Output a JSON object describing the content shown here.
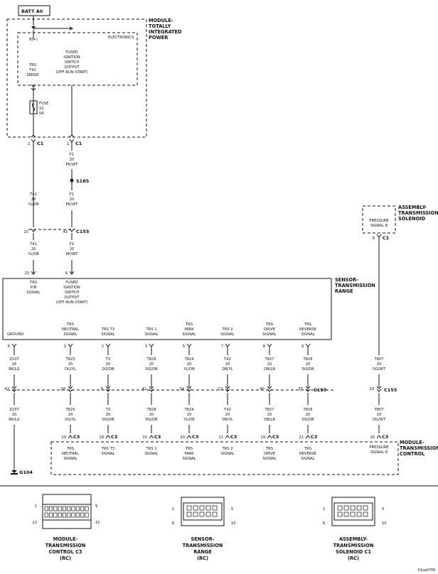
{
  "batt": "BATT A0",
  "tipm": {
    "title": [
      "MODULE-",
      "TOTALLY",
      "INTEGRATED",
      "POWER"
    ],
    "bplus": "B(+)",
    "electronics": "ELECTRONICS",
    "trs_sense": [
      "TRS",
      "T41",
      "SENSE"
    ],
    "fused_output": [
      "FUSED",
      "IGNITION",
      "SWITCH",
      "OUTPUT",
      "(OFF-RUN-START)"
    ],
    "fuse": [
      "FUSE",
      "10",
      "5A"
    ]
  },
  "c1_pins": [
    "2",
    "1"
  ],
  "c1_label": "C1",
  "f1_top": [
    "F1",
    "20",
    "PK/WT"
  ],
  "splice": "S185",
  "t41_a": [
    "T41",
    "20",
    "YL/DB"
  ],
  "f1_a": [
    "F1",
    "20",
    "PK/WT"
  ],
  "c155_top_pins": [
    "15",
    "43"
  ],
  "c155": "C155",
  "t41_b": [
    "T41",
    "20",
    "YL/DB"
  ],
  "f1_b": [
    "F1",
    "20",
    "PK/WT"
  ],
  "trs_top_pins": [
    "10",
    "4"
  ],
  "trs_module": {
    "title": [
      "SENSOR-",
      "TRANSMISSION",
      "RANGE"
    ],
    "pn_signal": [
      "TRS",
      "P/N",
      "SIGNAL"
    ],
    "fused_input": [
      "FUSED",
      "IGNITION",
      "SWITCH",
      "OUTPUT",
      "(OFF-RUN-START)"
    ],
    "ground": "GROUND",
    "signals": [
      [
        "TRS",
        "NEUTRAL",
        "SIGNAL"
      ],
      [
        "TRS T3",
        "SIGNAL"
      ],
      [
        "TRS 1",
        "SIGNAL"
      ],
      [
        "TRS",
        "PARK",
        "SIGNAL"
      ],
      [
        "TRS 2",
        "SIGNAL"
      ],
      [
        "TRS",
        "DRIVE",
        "SIGNAL"
      ],
      [
        "TRS",
        "REVERSE",
        "SIGNAL"
      ]
    ]
  },
  "trs_bottom_pins": [
    "6",
    "1",
    "2",
    "3",
    "5",
    "7",
    "8",
    "9"
  ],
  "wires_upper": [
    [
      "Z1ST",
      "16",
      "BK/LG"
    ],
    [
      "T825",
      "20",
      "DG/YL"
    ],
    [
      "T3",
      "20",
      "DG/DB"
    ],
    [
      "T828",
      "20",
      "DG/DB"
    ],
    [
      "T824",
      "20",
      "YL/DB"
    ],
    [
      "T42",
      "20",
      "DB/YL"
    ],
    [
      "T827",
      "20",
      "DB/LB"
    ],
    [
      "T826",
      "20",
      "DG/DB"
    ]
  ],
  "c155_mid_pins": [
    "42",
    "28",
    "8",
    "41",
    "34",
    "13",
    "40",
    "35"
  ],
  "wires_lower": [
    [
      "Z1ST",
      "20",
      "BK/LG"
    ],
    [
      "T825",
      "20",
      "DG/YL"
    ],
    [
      "T3",
      "20",
      "DG/DB"
    ],
    [
      "T828",
      "20",
      "DG/DB"
    ],
    [
      "T824",
      "20",
      "YL/DB"
    ],
    [
      "T42",
      "20",
      "DB/YL"
    ],
    [
      "T827",
      "20",
      "DB/LB"
    ],
    [
      "T826",
      "20",
      "DG/DB"
    ]
  ],
  "c3_pins": [
    "29",
    "18",
    "10",
    "20",
    "11",
    "19",
    "21"
  ],
  "c3": "C3",
  "tcm": {
    "title": [
      "MODULE-",
      "TRANSMISSION",
      "CONTROL"
    ],
    "signals": [
      [
        "TRS",
        "NEUTRAL",
        "SIGNAL"
      ],
      [
        "TRS T3",
        "SIGNAL"
      ],
      [
        "TRS 1",
        "SIGNAL"
      ],
      [
        "TRS",
        "PARK",
        "SIGNAL"
      ],
      [
        "TRS 2",
        "SIGNAL"
      ],
      [
        "TRS",
        "DRIVE",
        "SIGNAL"
      ],
      [
        "TRS",
        "REVERSE",
        "SIGNAL"
      ]
    ],
    "pressure": [
      "PRESSURE",
      "SIGNAL 8"
    ]
  },
  "ground": "G104",
  "solenoid": {
    "title": [
      "ASSEMBLY-",
      "TRANSMISSION",
      "SOLENOID"
    ],
    "pressure": [
      "PRESSURE",
      "SIGNAL 8"
    ],
    "pin": "6",
    "c1": "C1"
  },
  "t807_a": [
    "T807",
    "20",
    "DG/WT"
  ],
  "t807_pin": "29",
  "t807_b": [
    "T807",
    "20",
    "DG/WT"
  ],
  "c3_pressure_pin": "26",
  "connectors": [
    {
      "title": [
        "MODULE-",
        "TRANSMISSION",
        "CONTROL C3",
        "(RC)"
      ],
      "pins": [
        "1",
        "9",
        "22",
        "31"
      ]
    },
    {
      "title": [
        "SENSOR-",
        "TRANSMISSION",
        "RANGE",
        "(RC)"
      ],
      "pins": [
        "1",
        "5",
        "6",
        "10"
      ]
    },
    {
      "title": [
        "ASSEMBLY-",
        "TRANSMISSION",
        "SOLENOID C1",
        "(RC)"
      ],
      "pins": [
        "1",
        "5",
        "6",
        "10"
      ]
    }
  ],
  "code": "01aa07f8"
}
